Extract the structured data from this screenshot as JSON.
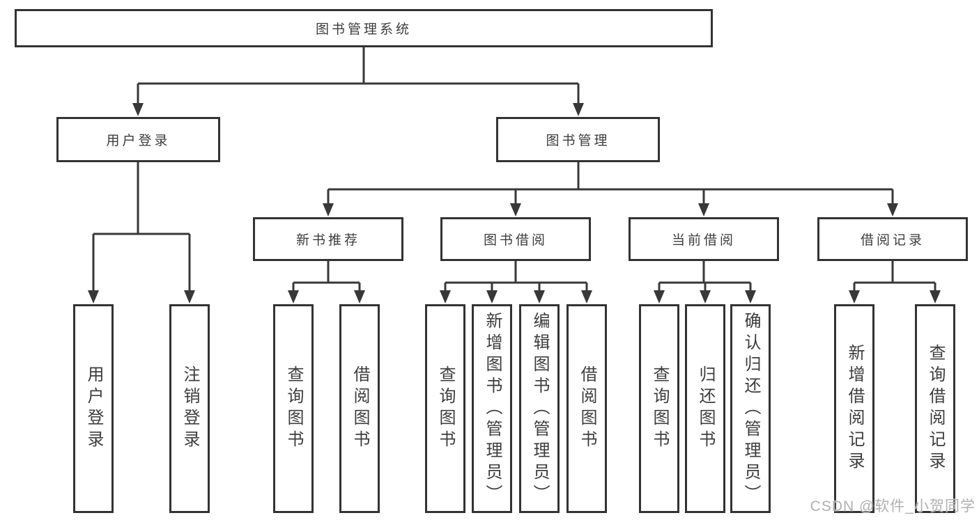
{
  "diagram": {
    "title": "图书管理系统",
    "level2": [
      {
        "label": "用户登录"
      },
      {
        "label": "图书管理"
      }
    ],
    "level3": [
      {
        "label": "新书推荐"
      },
      {
        "label": "图书借阅"
      },
      {
        "label": "当前借阅"
      },
      {
        "label": "借阅记录"
      }
    ],
    "leaves": [
      {
        "label": "用户登录"
      },
      {
        "label": "注销登录"
      },
      {
        "label": "查询图书"
      },
      {
        "label": "借阅图书"
      },
      {
        "label": "查询图书"
      },
      {
        "label": "新增图书（管理员）"
      },
      {
        "label": "编辑图书（管理员）"
      },
      {
        "label": "借阅图书"
      },
      {
        "label": "查询图书"
      },
      {
        "label": "归还图书"
      },
      {
        "label": "确认归还（管理员）"
      },
      {
        "label": "新增借阅记录"
      },
      {
        "label": "查询借阅记录"
      }
    ],
    "colors": {
      "line": "#383838",
      "border": "#333333",
      "text": "#3d3d3d",
      "box_background": "#ffffff"
    }
  },
  "watermark": {
    "text": "CSDN @软件_小贺同学",
    "color": "#b0b0b0"
  }
}
